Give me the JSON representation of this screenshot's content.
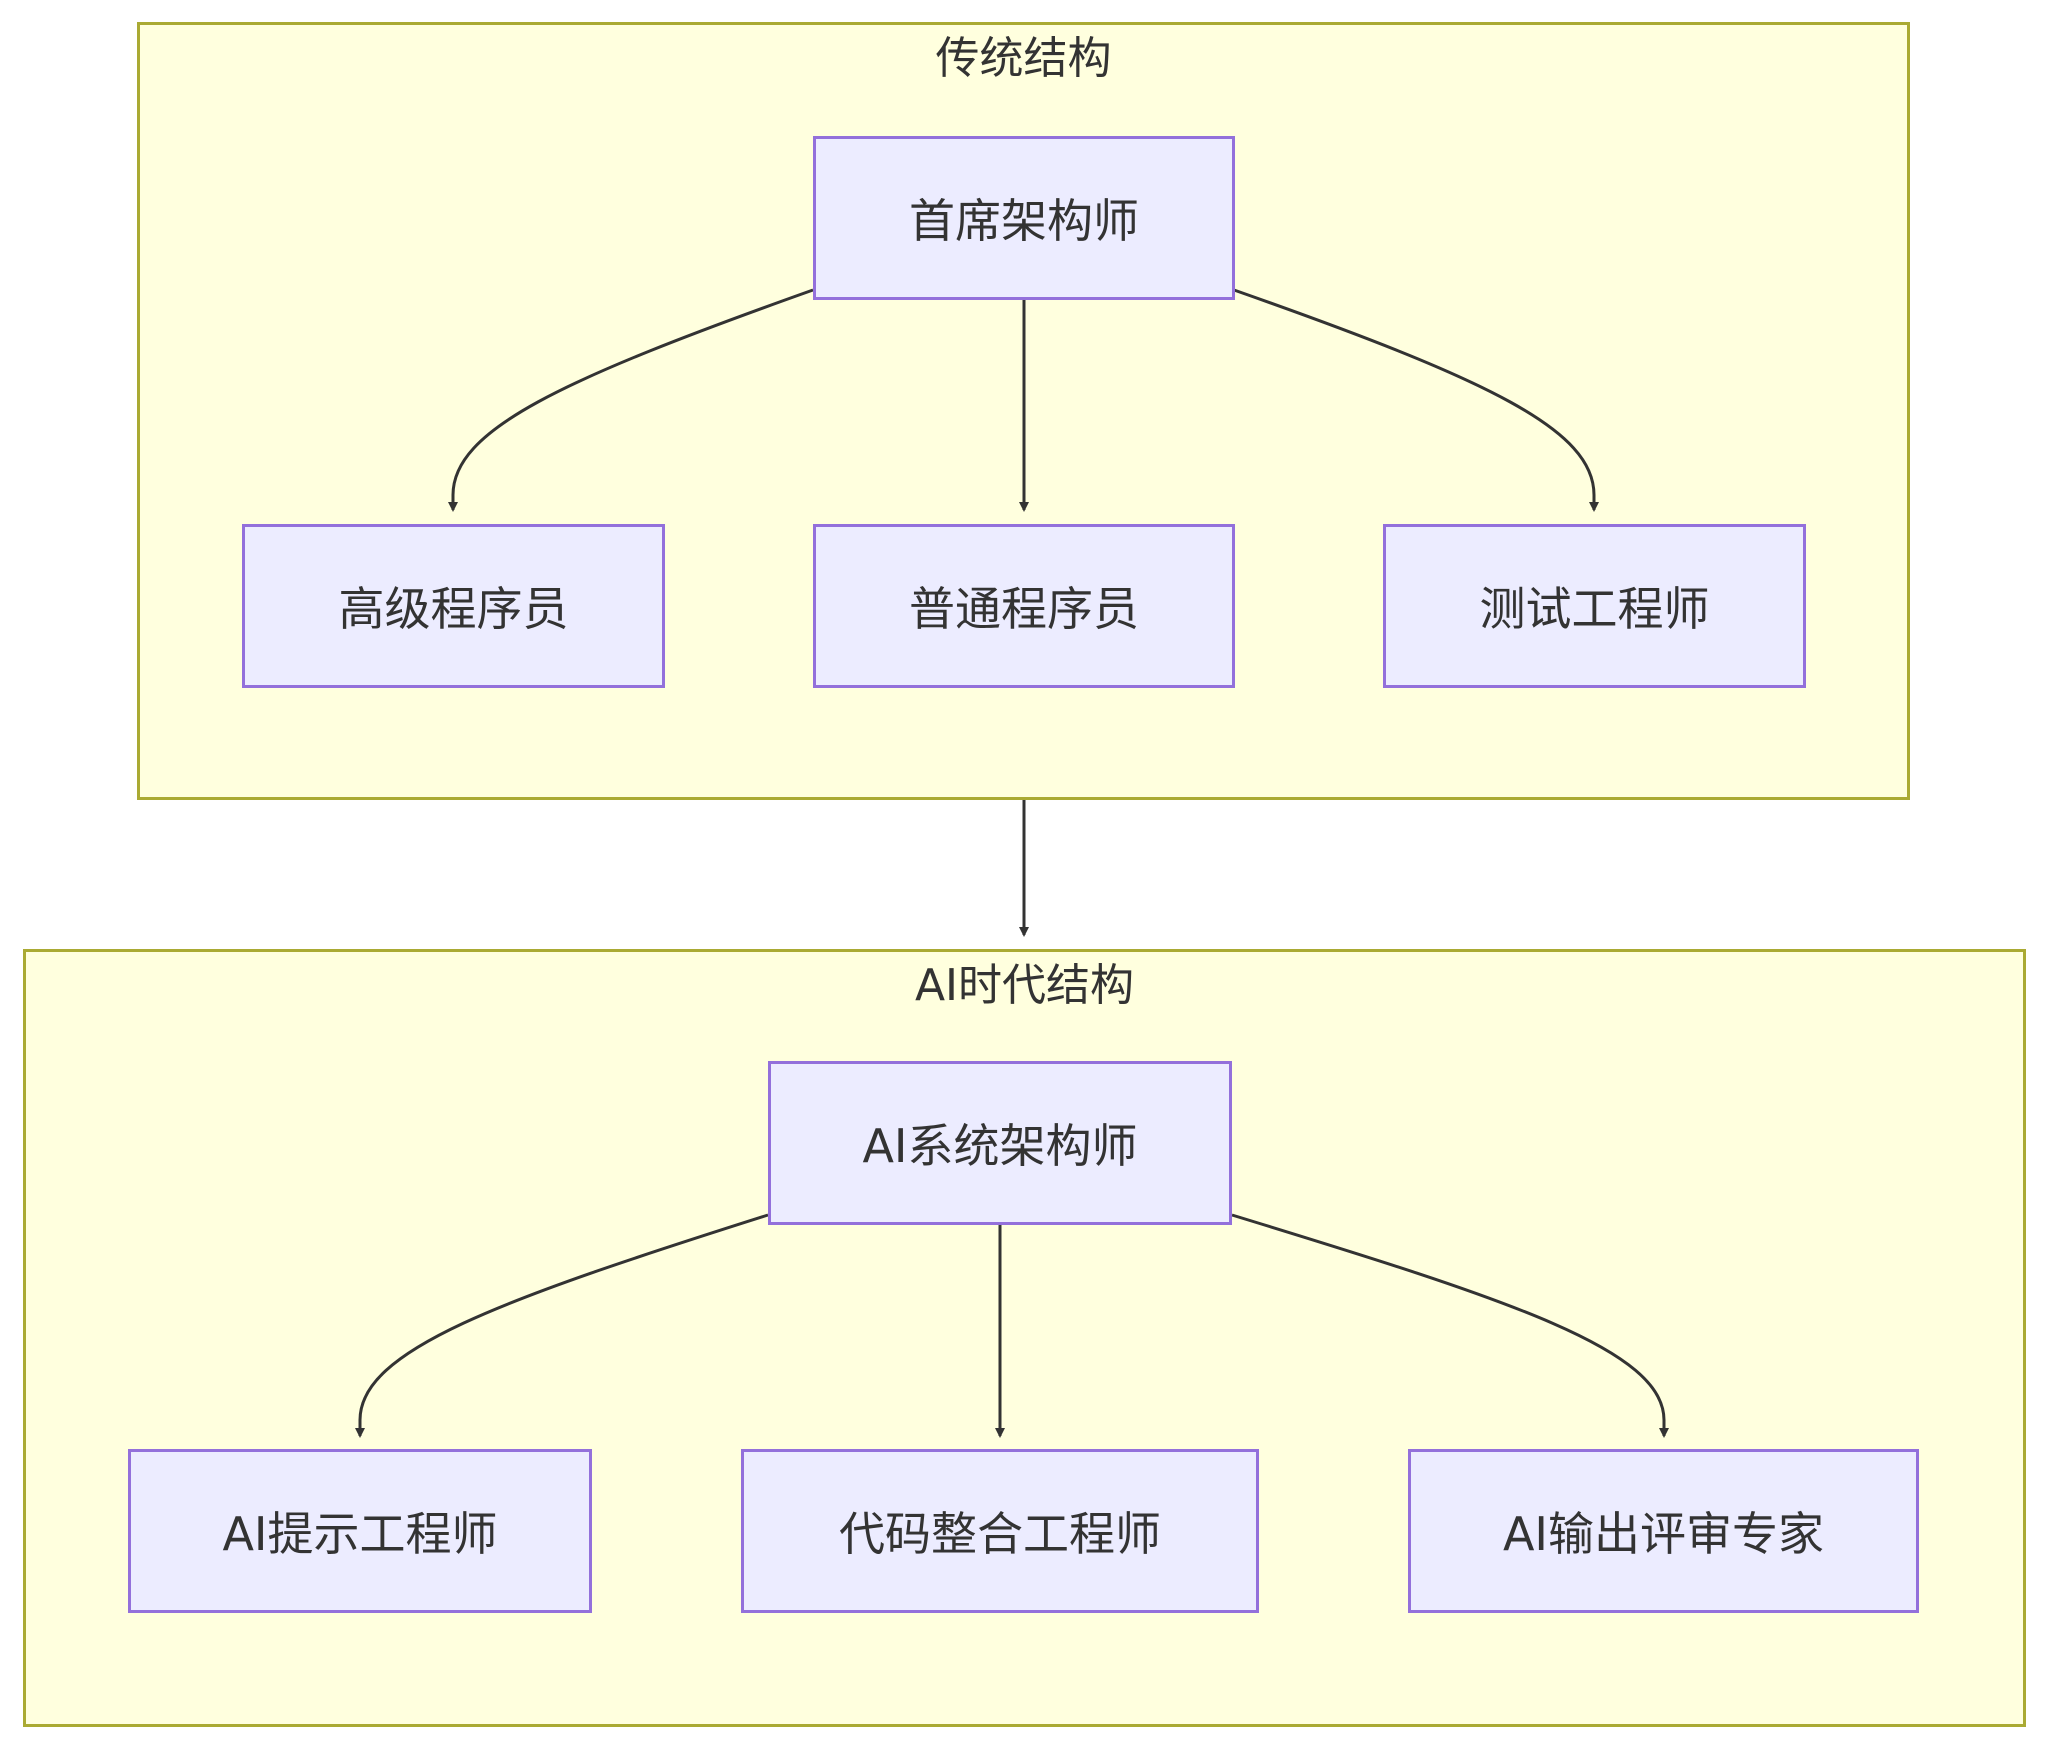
{
  "groups": {
    "traditional": {
      "title": "传统结构",
      "root": "首席架构师",
      "children": [
        "高级程序员",
        "普通程序员",
        "测试工程师"
      ]
    },
    "ai": {
      "title": "AI时代结构",
      "root": "AI系统架构师",
      "children": [
        "AI提示工程师",
        "代码整合工程师",
        "AI输出评审专家"
      ]
    }
  },
  "colors": {
    "group_fill": "#ffffde",
    "group_border": "#aaaa33",
    "node_fill": "#ececff",
    "node_border": "#9370db",
    "edge": "#333333"
  }
}
